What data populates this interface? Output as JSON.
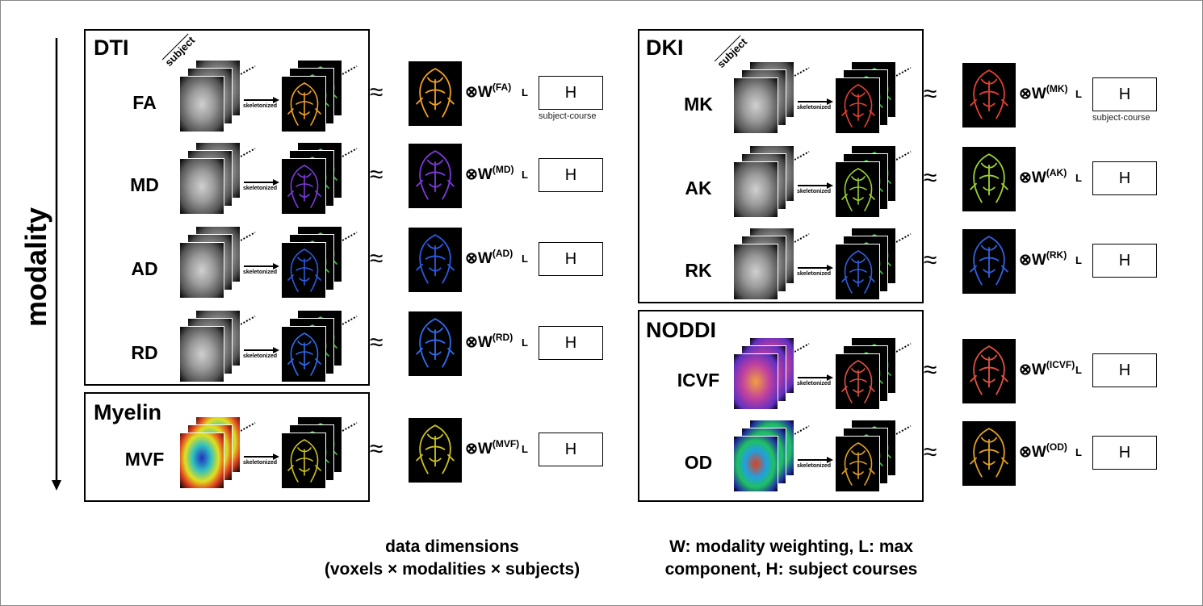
{
  "axis": {
    "label": "modality"
  },
  "skeleton_label": "skeletonized",
  "subject_label": "subject",
  "approx_symbol": "≈",
  "l_symbol": "L",
  "h_symbol": "H",
  "h_caption": "subject-course",
  "groups": {
    "dti": {
      "title": "DTI",
      "rows": [
        {
          "label": "FA",
          "weight": "(FA)"
        },
        {
          "label": "MD",
          "weight": "(MD)"
        },
        {
          "label": "AD",
          "weight": "(AD)"
        },
        {
          "label": "RD",
          "weight": "(RD)"
        }
      ]
    },
    "myelin": {
      "title": "Myelin",
      "rows": [
        {
          "label": "MVF",
          "weight": "(MVF)"
        }
      ]
    },
    "dki": {
      "title": "DKI",
      "rows": [
        {
          "label": "MK",
          "weight": "(MK)"
        },
        {
          "label": "AK",
          "weight": "(AK)"
        },
        {
          "label": "RK",
          "weight": "(RK)"
        }
      ]
    },
    "noddi": {
      "title": "NODDI",
      "rows": [
        {
          "label": "ICVF",
          "weight": "(ICVF)"
        },
        {
          "label": "OD",
          "weight": "(OD)"
        }
      ]
    }
  },
  "weight_prefix": "⊗W",
  "captions": {
    "data_line1": "data dimensions",
    "data_line2": "(voxels × modalities × subjects)",
    "legend_line1": "W: modality weighting, L: max",
    "legend_line2": "component, H: subject courses"
  },
  "colors": {
    "gray_brain": "#8a8a8a",
    "skeleton_green": "#3fbf3f",
    "fa_result": "#f0a020",
    "md_result": "#7a3ad8",
    "ad_result": "#2a5ae0",
    "rd_result": "#2f6cf0",
    "mvf_result": "#c8c020",
    "mk_result": "#e04030",
    "ak_result": "#9ad030",
    "rk_result": "#3060e0",
    "icvf_result": "#e05040",
    "od_result": "#e0a020"
  }
}
